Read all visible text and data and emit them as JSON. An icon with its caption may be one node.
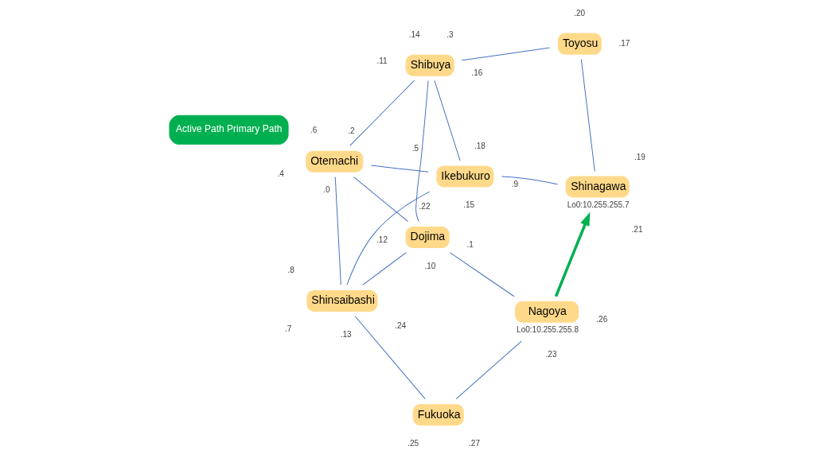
{
  "diagram": {
    "nodes": [
      {
        "text": [
          "Dojima"
        ]
      },
      {
        "text": [
          "Shibuya"
        ]
      },
      {
        "text": [
          "Nagoya"
        ],
        "beside": [
          "Lo0:10.255.255.8"
        ]
      },
      {
        "text": [
          "Toyosu"
        ]
      },
      {
        "text": [
          "Active Path Primary Path"
        ]
      },
      {
        "text": [
          "Otemachi"
        ]
      },
      {
        "text": [
          "Fukuoka"
        ]
      },
      {
        "text": [
          "Shinagawa"
        ],
        "beside": [
          "Lo0:10.255.255.7"
        ]
      },
      {
        "text": [
          "Shinsaibashi"
        ]
      },
      {
        "text": [
          "Ikebukuro"
        ]
      }
    ],
    "edges": [
      {
        "from": 2,
        "to": 0,
        "arrow": "none"
      },
      {
        "from": 2,
        "to": 6,
        "arrow": "none"
      },
      {
        "from": 6,
        "to": 8,
        "arrow": "none"
      },
      {
        "from": 0,
        "to": 1,
        "arrow": "none"
      },
      {
        "from": 0,
        "to": 5,
        "arrow": "none"
      },
      {
        "from": 0,
        "to": 8,
        "arrow": "none"
      },
      {
        "from": 8,
        "to": 5,
        "arrow": "none"
      },
      {
        "from": 8,
        "to": 9,
        "arrow": "none"
      },
      {
        "from": 5,
        "to": 1,
        "arrow": "none"
      },
      {
        "from": 5,
        "to": 9,
        "arrow": "none"
      },
      {
        "from": 1,
        "to": 9,
        "arrow": "none"
      },
      {
        "from": 1,
        "to": 3,
        "arrow": "none"
      },
      {
        "from": 3,
        "to": 7,
        "arrow": "none"
      },
      {
        "from": 9,
        "to": 7,
        "arrow": "none"
      },
      {
        "from": 2,
        "to": 7,
        "arrow": "to",
        "style": "thick",
        "color": "#00b050"
      }
    ],
    "labels": [
      ".10",
      ".11",
      ".16",
      ".22",
      ".23",
      ".17",
      ".1",
      ".3",
      ".12",
      ".14",
      ".0",
      ".26",
      ".20",
      ".2",
      ".6",
      ".27",
      ".21",
      ".4",
      ".15",
      ".13",
      ".25",
      ".19",
      ".7",
      ".5",
      ".24",
      ".18",
      ".8",
      ".9"
    ]
  }
}
